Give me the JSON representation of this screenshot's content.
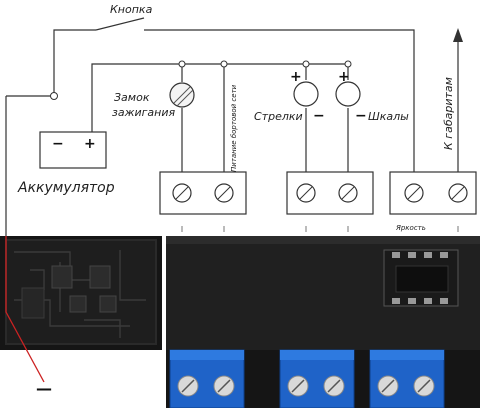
{
  "labels": {
    "button": "Кнопка",
    "ignition_line1": "Замок",
    "ignition_line2": "зажигания",
    "onboard_power": "Питание бортовой сети",
    "arrows": "Стрелки",
    "scales": "Шкалы",
    "dimensions": "К габаритам",
    "battery": "Аккумулятор",
    "brightness": "Яркость"
  },
  "signs": {
    "battery_minus": "−",
    "battery_plus": "+",
    "arrows_plus": "+",
    "arrows_minus": "−",
    "scales_plus": "+",
    "scales_minus": "−",
    "ground_minus": "—"
  },
  "colors": {
    "wire": "#333333",
    "ground_wire": "#cc2222",
    "terminal_blue": "#1f63c8",
    "pcb_dark": "#151515",
    "case_dark": "#202020"
  }
}
